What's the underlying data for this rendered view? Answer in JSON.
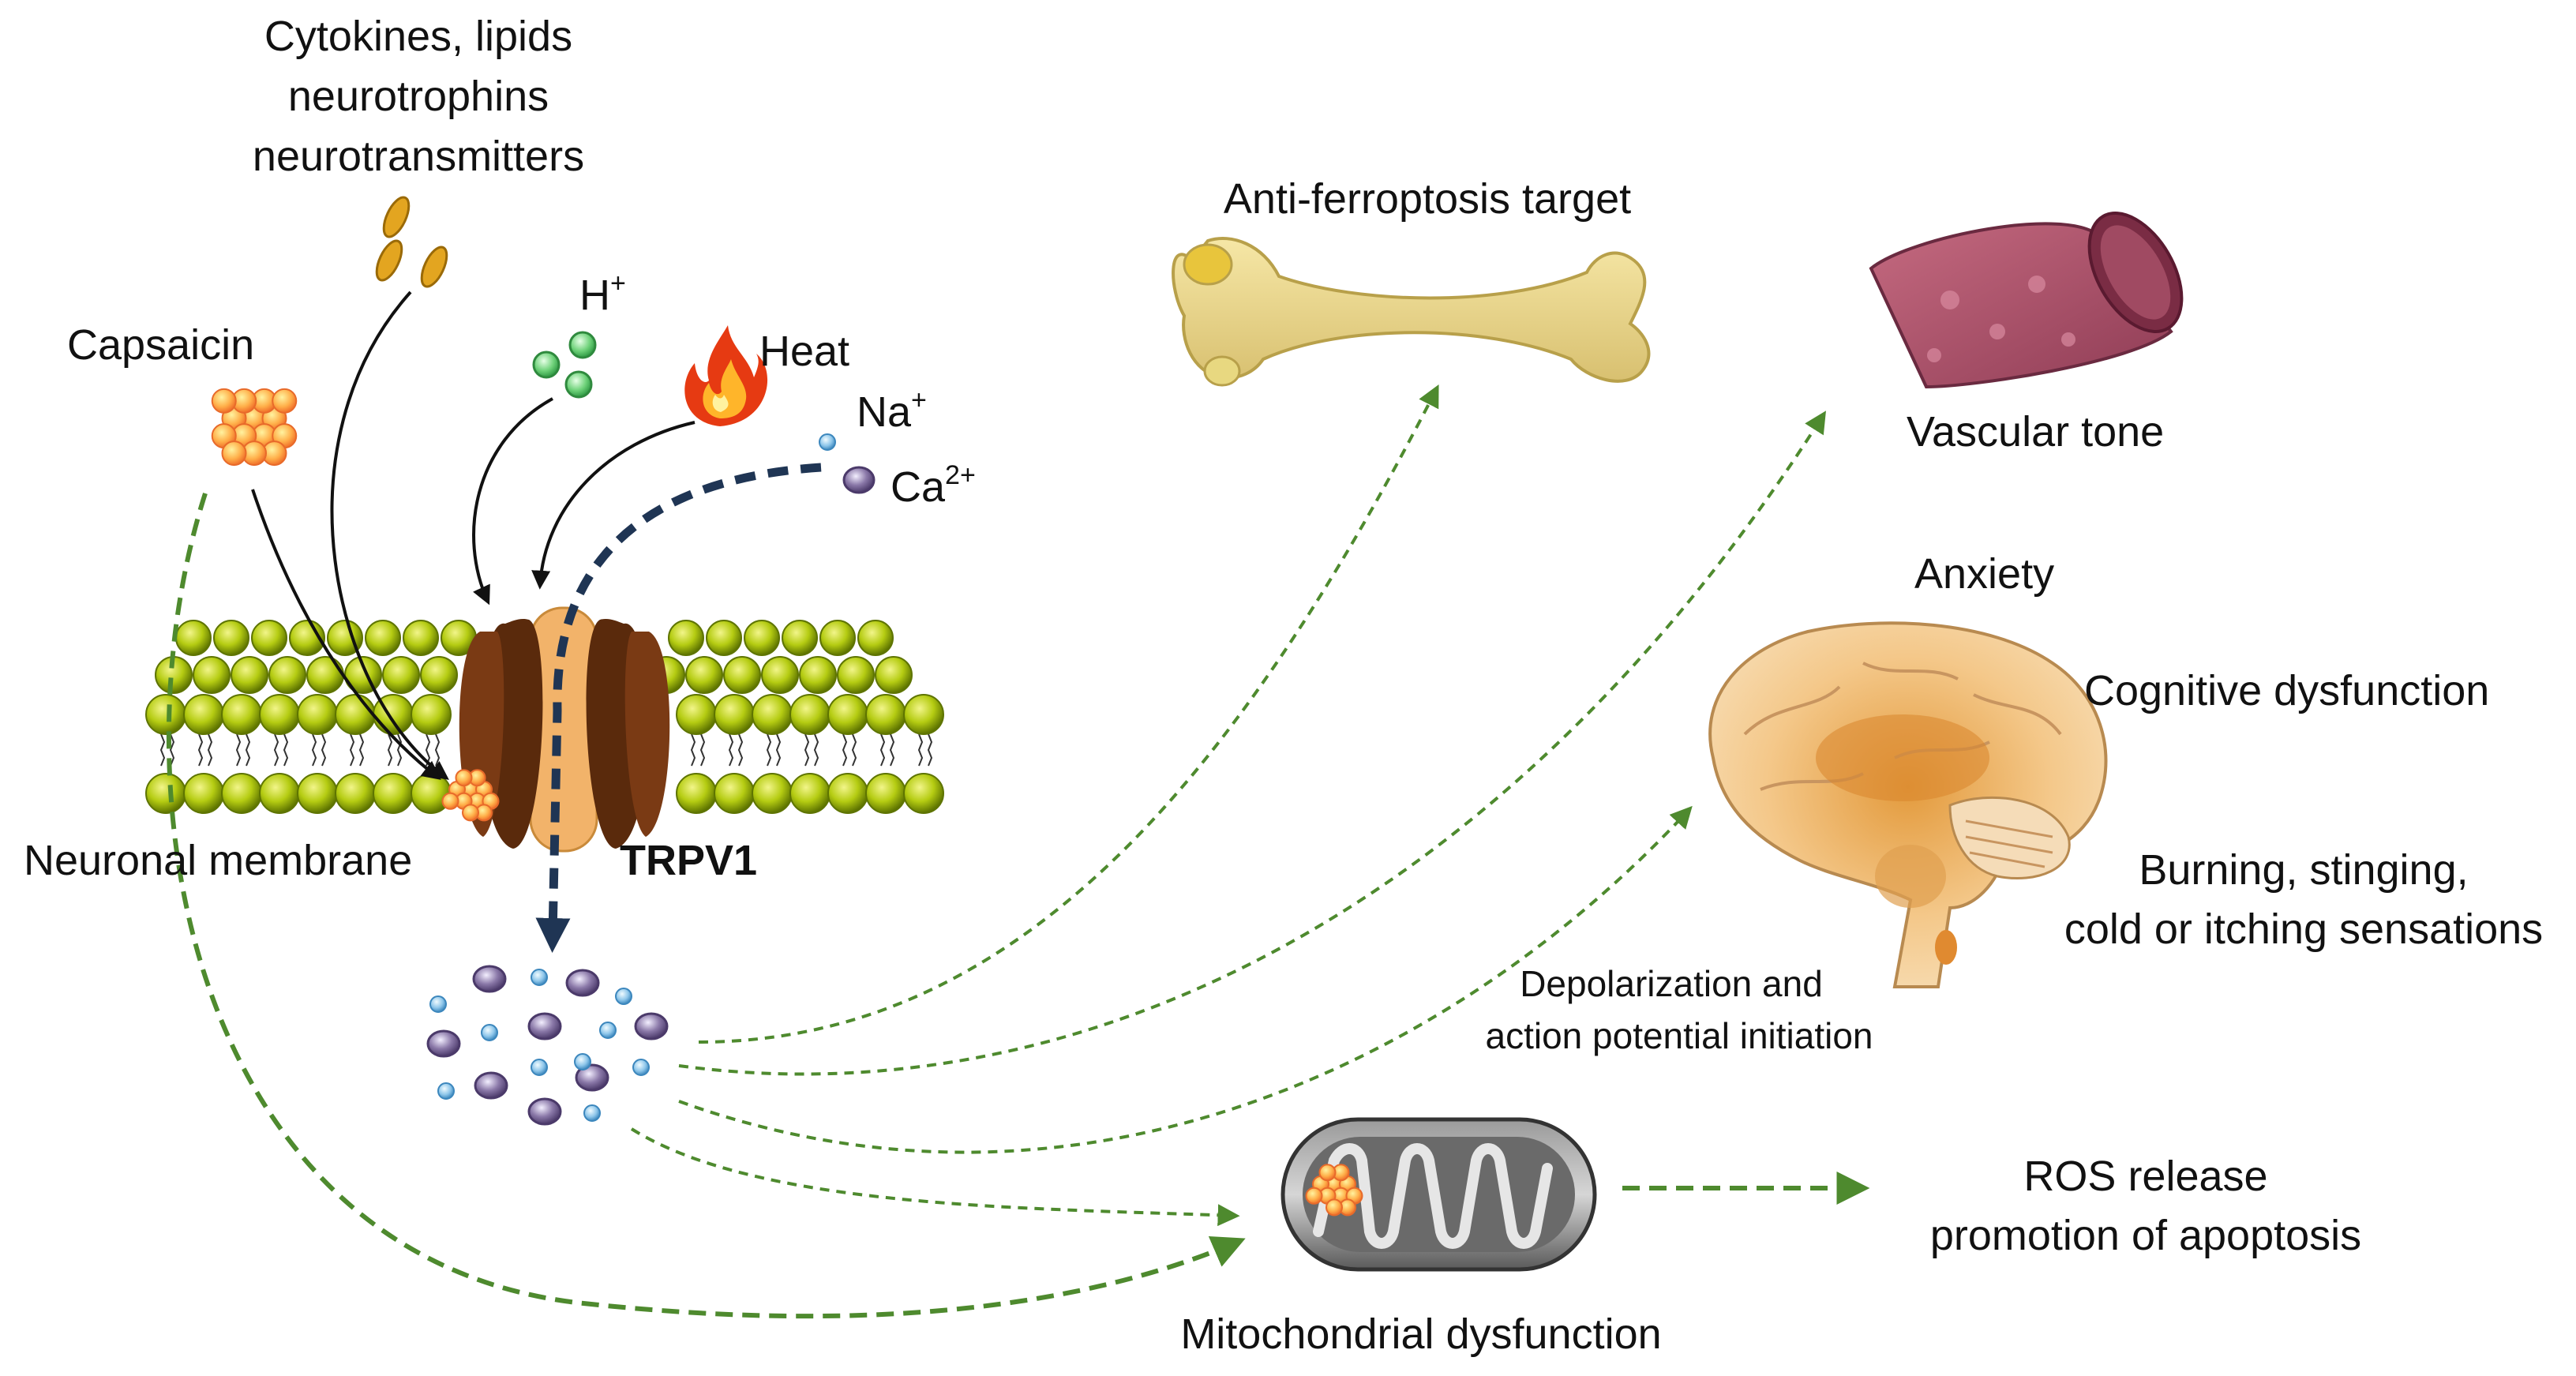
{
  "stimuli": {
    "cytokines_line1": "Cytokines, lipids",
    "cytokines_line2": "neurotrophins",
    "cytokines_line3": "neurotransmitters",
    "capsaicin": "Capsaicin",
    "proton": "H",
    "proton_charge": "+",
    "heat": "Heat",
    "sodium": "Na",
    "sodium_charge": "+",
    "calcium": "Ca",
    "calcium_charge": "2+"
  },
  "membrane": {
    "label": "Neuronal membrane",
    "channel_label": "TRPV1"
  },
  "outcomes": {
    "ferroptosis": "Anti-ferroptosis target",
    "vascular": "Vascular tone",
    "anxiety": "Anxiety",
    "cognitive": "Cognitive dysfunction",
    "sensations_line1": "Burning, stinging,",
    "sensations_line2": "cold or itching sensations",
    "depolarization_line1": "Depolarization  and",
    "depolarization_line2": "action potential initiation",
    "mitochondria": "Mitochondrial dysfunction",
    "ros_line1": "ROS release",
    "ros_line2": "promotion of apoptosis"
  },
  "colors": {
    "arrow_green": "#4e8a2e",
    "ion_flow": "#1f3554",
    "lipid_head": "#a8c400",
    "channel_dark": "#5a2a0c",
    "channel_pore": "#f2b36a",
    "sodium_ion": "#8ec6ea",
    "calcium_ion": "#8a78a8"
  }
}
